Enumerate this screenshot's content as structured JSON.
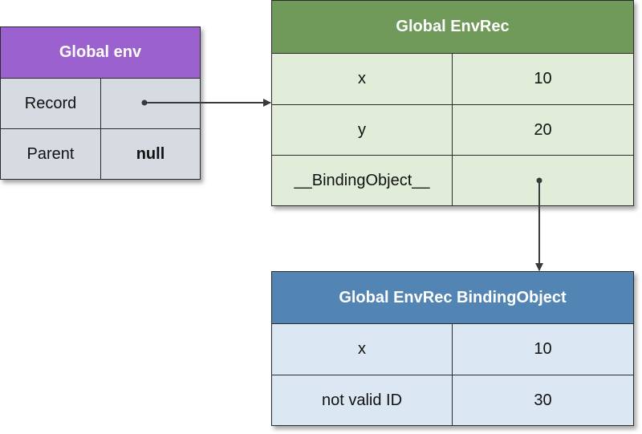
{
  "global_env": {
    "title": "Global env",
    "rows": [
      {
        "label": "Record",
        "value": ""
      },
      {
        "label": "Parent",
        "value": "null"
      }
    ]
  },
  "global_envrec": {
    "title": "Global EnvRec",
    "rows": [
      {
        "name": "x",
        "value": "10"
      },
      {
        "name": "y",
        "value": "20"
      },
      {
        "name": "__BindingObject__",
        "value": ""
      }
    ]
  },
  "binding_object": {
    "title": "Global EnvRec BindingObject",
    "rows": [
      {
        "name": "x",
        "value": "10"
      },
      {
        "name": "not valid ID",
        "value": "30"
      }
    ]
  },
  "colors": {
    "global_env_header": "#9b61cf",
    "global_env_body": "#d6dbe2",
    "envrec_header": "#6f9a5a",
    "envrec_body": "#e2edd9",
    "bindobj_header": "#5284b4",
    "bindobj_body": "#dbe7f3",
    "connector": "#3a3a3a"
  }
}
